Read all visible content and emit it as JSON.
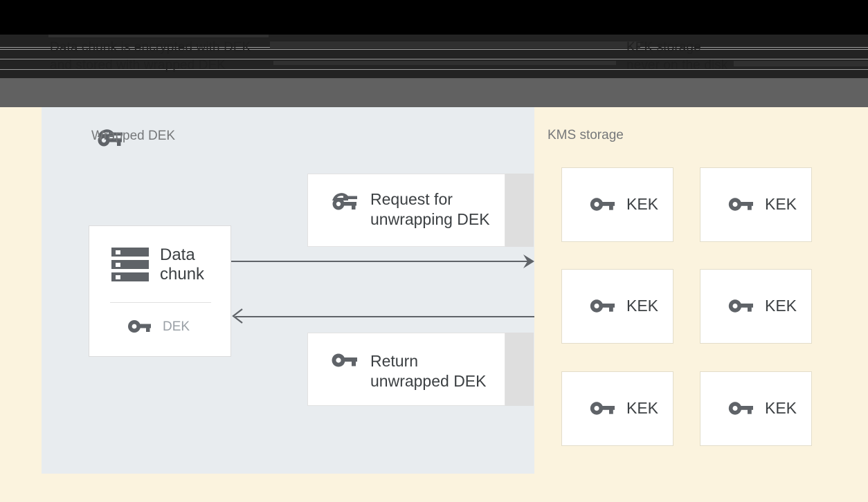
{
  "banner": {
    "left_text": "Data chunk is encrypted with DEK\nand stored with wrapped DEK",
    "right_text": "KEK storage\nnever on the disk"
  },
  "left_panel": {
    "title": "Wrapped DEK",
    "title_icon": "wrapped-key-icon",
    "data_chunk_card": {
      "icon": "storage-icon",
      "label": "Data\nchunk",
      "dek_icon": "key-icon",
      "dek_label": "DEK"
    },
    "messages": [
      {
        "icon": "wrapped-key-icon",
        "label": "Request for\nunwrapping DEK",
        "direction": "right"
      },
      {
        "icon": "key-icon",
        "label": "Return\nunwrapped DEK",
        "direction": "left"
      }
    ]
  },
  "right_panel": {
    "title": "KMS storage",
    "kek_cards": [
      {
        "icon": "key-icon",
        "label": "KEK"
      },
      {
        "icon": "key-icon",
        "label": "KEK"
      },
      {
        "icon": "key-icon",
        "label": "KEK"
      },
      {
        "icon": "key-icon",
        "label": "KEK"
      },
      {
        "icon": "key-icon",
        "label": "KEK"
      },
      {
        "icon": "key-icon",
        "label": "KEK"
      }
    ]
  },
  "colors": {
    "page_background": "#fbf3de",
    "left_panel": "#e8ecef",
    "banner": "#000000",
    "banner_inner": "#232323",
    "grey_strip": "#616161",
    "card": "#ffffff",
    "icon_grey": "#5f6368",
    "muted_text": "#76787a",
    "body_text": "#3c4043"
  }
}
